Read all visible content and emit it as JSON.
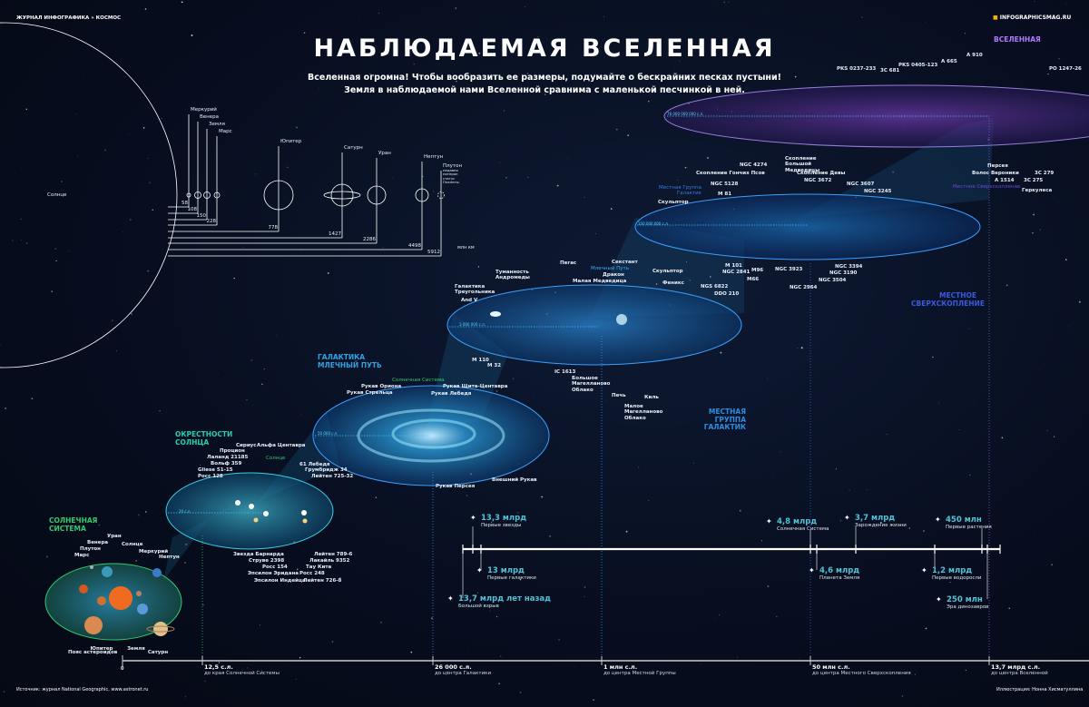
{
  "header": {
    "magazine": "ЖУРНАЛ ИНФОГРАФИКА » КОСМОС",
    "site": "INFOGRAPHICSMAG.RU",
    "title": "НАБЛЮДАЕМАЯ ВСЕЛЕННАЯ",
    "intro_line1": "Вселенная огромна! Чтобы вообразить ее размеры, подумайте о бескрайних песках пустыни!",
    "intro_line2": "Земля в наблюдаемой нами Вселенной сравнима с маленькой песчинкой в ней."
  },
  "solar_scale": {
    "sun": "Солнце",
    "unit": "млн км",
    "pluto_note": "недавно потерял статус Планеты",
    "planets": [
      {
        "name": "Меркурий",
        "distance": "58"
      },
      {
        "name": "Венера",
        "distance": "108"
      },
      {
        "name": "Земля",
        "distance": "150"
      },
      {
        "name": "Марс",
        "distance": "228"
      },
      {
        "name": "Юпитер",
        "distance": "778"
      },
      {
        "name": "Сатурн",
        "distance": "1427"
      },
      {
        "name": "Уран",
        "distance": "2286"
      },
      {
        "name": "Нептун",
        "distance": "4498"
      },
      {
        "name": "Плутон",
        "distance": "5912"
      }
    ]
  },
  "colors": {
    "solar": "#2ecc71",
    "neighborhood": "#20c0a8",
    "galaxy": "#2aa4e0",
    "local_group": "#2a8ee0",
    "supercluster": "#2a5ad0",
    "universe": "#8a4ad8",
    "timeline_value": "#4fc3d4"
  },
  "groups": {
    "solar_system": {
      "title": "СОЛНЕЧНАЯ СИСТЕМА",
      "labels": [
        "Уран",
        "Венера",
        "Плутон",
        "Марс",
        "Солнце",
        "Меркурий",
        "Нептун",
        "Юпитер",
        "Земля",
        "Сатурн",
        "Пояс астероидов"
      ]
    },
    "neighborhood": {
      "title": "ОКРЕСТНОСТИ СОЛНЦА",
      "scale": "20 с.л.",
      "highlight": "Солнце",
      "labels": [
        "Сириус",
        "Альфа Центавра",
        "Процион",
        "Лаланд 21185",
        "Вольф 359",
        "Gliese 51-15",
        "Росс 128",
        "61 Лебедя",
        "Грумбридж 34",
        "Лейтен 725-32",
        "Звезда Барнарда",
        "Струве 2398",
        "Росс 154",
        "Эпсилон Эридана",
        "Эпсилон Индейца",
        "Лейтен 789-6",
        "Лакайль 9352",
        "Тау Кита",
        "Росс 248",
        "Лейтен 726-8"
      ]
    },
    "milky_way": {
      "title": "ГАЛАКТИКА МЛЕЧНЫЙ ПУТЬ",
      "scale": "50 000 с.л.",
      "highlight": "Солнечная Система",
      "labels": [
        "Рукав Ориона",
        "Рукав Стрельца",
        "Рукав Щита-Центавра",
        "Рукав Лебедя",
        "Рукав Персея",
        "Внешний Рукав"
      ]
    },
    "local_group": {
      "title": "МЕСТНАЯ ГРУППА ГАЛАКТИК",
      "scale": "3 000 000 с.л.",
      "highlight": "Млечный Путь",
      "labels": [
        "Пегас",
        "Секстант",
        "Дракон",
        "Малая Медведица",
        "Скульптор",
        "Феникс",
        "Туманность Андромеды",
        "Галактика Треугольника",
        "And V",
        "NGS 6822",
        "DDO 210",
        "M 110",
        "M 32",
        "IC 1613",
        "Большое Магелланово Облако",
        "Печь",
        "Киль",
        "Малое Магелланово Облако"
      ]
    },
    "supercluster": {
      "title": "МЕСТНОЕ СВЕРХСКОПЛЕНИЕ",
      "scale": "100 000 000 с.л.",
      "highlight": "Местная Группа Галактик",
      "labels": [
        "NGC 4274",
        "Скопление Гончих Псов",
        "Скопление Большой Медведицы",
        "Скопление Девы",
        "NGC 3672",
        "NGC 5128",
        "M 81",
        "NGC 3607",
        "NGC 3245",
        "Скульптор",
        "M 101",
        "NGC 2841",
        "M96",
        "M66",
        "NGC 3923",
        "NGC 3394",
        "NGC 3190",
        "NGC 3504",
        "NGC 2964"
      ]
    },
    "universe": {
      "title": "ВСЕЛЕННАЯ",
      "scale": "78 000 000 000 с.л.",
      "highlight": "Местное Сверхскопление",
      "labels": [
        "PKS 0237-233",
        "3C 681",
        "PKS 0405-123",
        "A 665",
        "A 910",
        "PO 1247-26",
        "Персея",
        "Волос Вероники",
        "A 1514",
        "3C 279",
        "3C 275",
        "Геркулеса"
      ]
    }
  },
  "timeline": {
    "events": [
      {
        "value": "13,7 млрд лет назад",
        "text": "Большой взрыв",
        "icon": "explosion-icon"
      },
      {
        "value": "13,3 млрд",
        "text": "Первые звезды",
        "icon": "star-icon"
      },
      {
        "value": "13 млрд",
        "text": "Первые галактики",
        "icon": "galaxy-icon"
      },
      {
        "value": "4,8 млрд",
        "text": "Солнечная Система",
        "icon": "circle-icon"
      },
      {
        "value": "4,6 млрд",
        "text": "Планета Земля",
        "icon": "earth-icon"
      },
      {
        "value": "3,7 млрд",
        "text": "Зарождение жизни",
        "icon": "cell-icon"
      },
      {
        "value": "1,2 млрд",
        "text": "Первые водоросли",
        "icon": "algae-icon"
      },
      {
        "value": "450 млн",
        "text": "Первые растения",
        "icon": "plant-icon"
      },
      {
        "value": "250 млн",
        "text": "Эра динозавров",
        "icon": "dinosaur-icon"
      }
    ]
  },
  "distance_axis": {
    "origin": "0",
    "ticks": [
      {
        "value": "12,5 с.л.",
        "text": "до края Солнечной Системы"
      },
      {
        "value": "26 000 с.л.",
        "text": "до центра Галактики"
      },
      {
        "value": "1 млн с.л.",
        "text": "до центра Местной Группы"
      },
      {
        "value": "50 млн с.л.",
        "text": "до центра Местного Сверхскопления"
      },
      {
        "value": "13,7 млрд с.л.",
        "text": "до центра Вселенной"
      }
    ]
  },
  "footer": {
    "source": "Источник: журнал National Geographic, www.astronet.ru",
    "credit": "Иллюстрация: Нонна Хисматуллина"
  }
}
